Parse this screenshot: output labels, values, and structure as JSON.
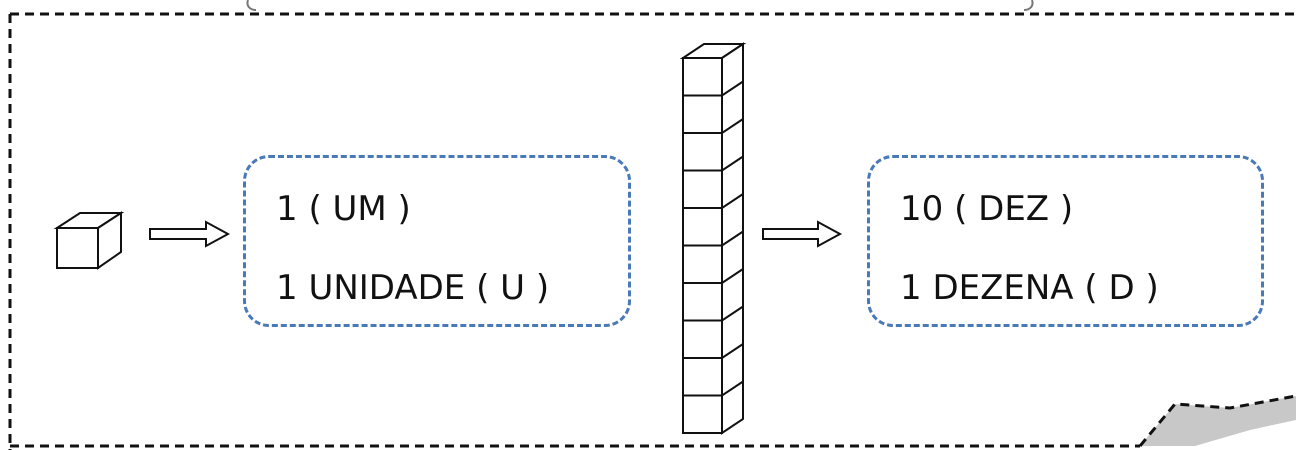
{
  "unit": {
    "number_line": "1 ( UM )",
    "name_line": "1 UNIDADE ( U )"
  },
  "ten": {
    "number_line": "10 ( DEZ )",
    "name_line": "1 DEZENA ( D )"
  },
  "ten_rod_cubes": 10,
  "colors": {
    "box_border": "#4a79b8",
    "outline": "#111111",
    "fold_fill": "#c8c8c8"
  }
}
